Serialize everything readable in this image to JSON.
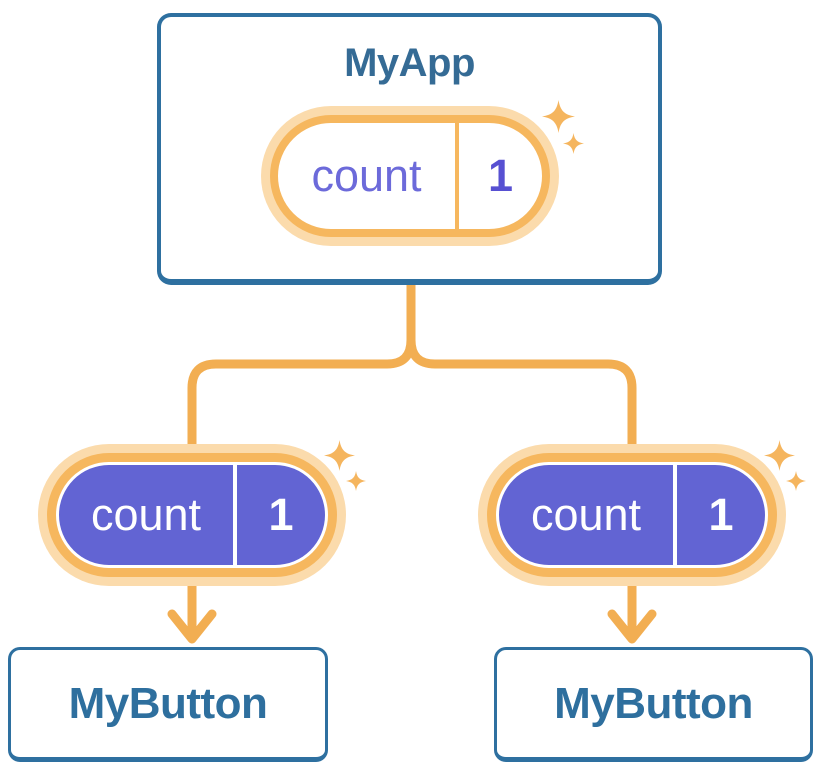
{
  "diagram": {
    "root": {
      "title": "MyApp",
      "state": {
        "label": "count",
        "value": "1"
      }
    },
    "children": [
      {
        "title": "MyButton",
        "prop": {
          "label": "count",
          "value": "1"
        }
      },
      {
        "title": "MyButton",
        "prop": {
          "label": "count",
          "value": "1"
        }
      }
    ]
  },
  "colors": {
    "background": "#FFFFFF",
    "node_border_blue": "#2E70A0",
    "node_title_blue": "#356B95",
    "button_title_blue": "#2E6F9E",
    "pill_ring_orange": "#F6B75E",
    "pill_glow_orange": "#FBDBAC",
    "connector_orange": "#F2AE52",
    "sparkle_orange": "#F5B55E",
    "pill_fill_purple": "#6264D3",
    "pill_label_purple": "#6C6ADA",
    "pill_value_purple": "#5750D2",
    "pill_text_white": "#FFFFFF"
  },
  "icons": {
    "sparkle": "sparkle-icon",
    "arrow_down": "arrow-down-icon",
    "connector": "tree-connector"
  }
}
